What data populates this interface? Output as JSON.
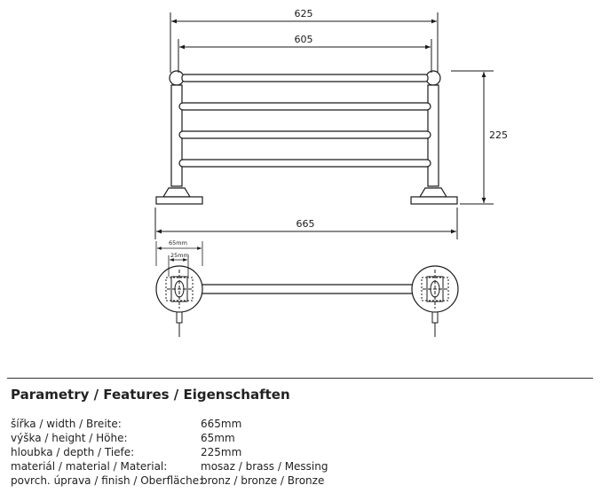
{
  "drawing": {
    "dims": {
      "top_outer": "625",
      "top_inner": "605",
      "height": "225",
      "overall": "665",
      "base_outer": "65mm",
      "base_inner": "25mm"
    }
  },
  "specs": {
    "title": "Parametry / Features / Eigenschaften",
    "rows": [
      {
        "label": "šířka / width / Breite:",
        "value": "665mm"
      },
      {
        "label": "výška / height / Höhe:",
        "value": "65mm"
      },
      {
        "label": "hloubka / depth / Tiefe:",
        "value": "225mm"
      },
      {
        "label": "materiál / material / Material:",
        "value": "mosaz / brass / Messing"
      },
      {
        "label": "povrch. úprava / finish / Oberfläche:",
        "value": "bronz / bronze / Bronze"
      }
    ]
  }
}
